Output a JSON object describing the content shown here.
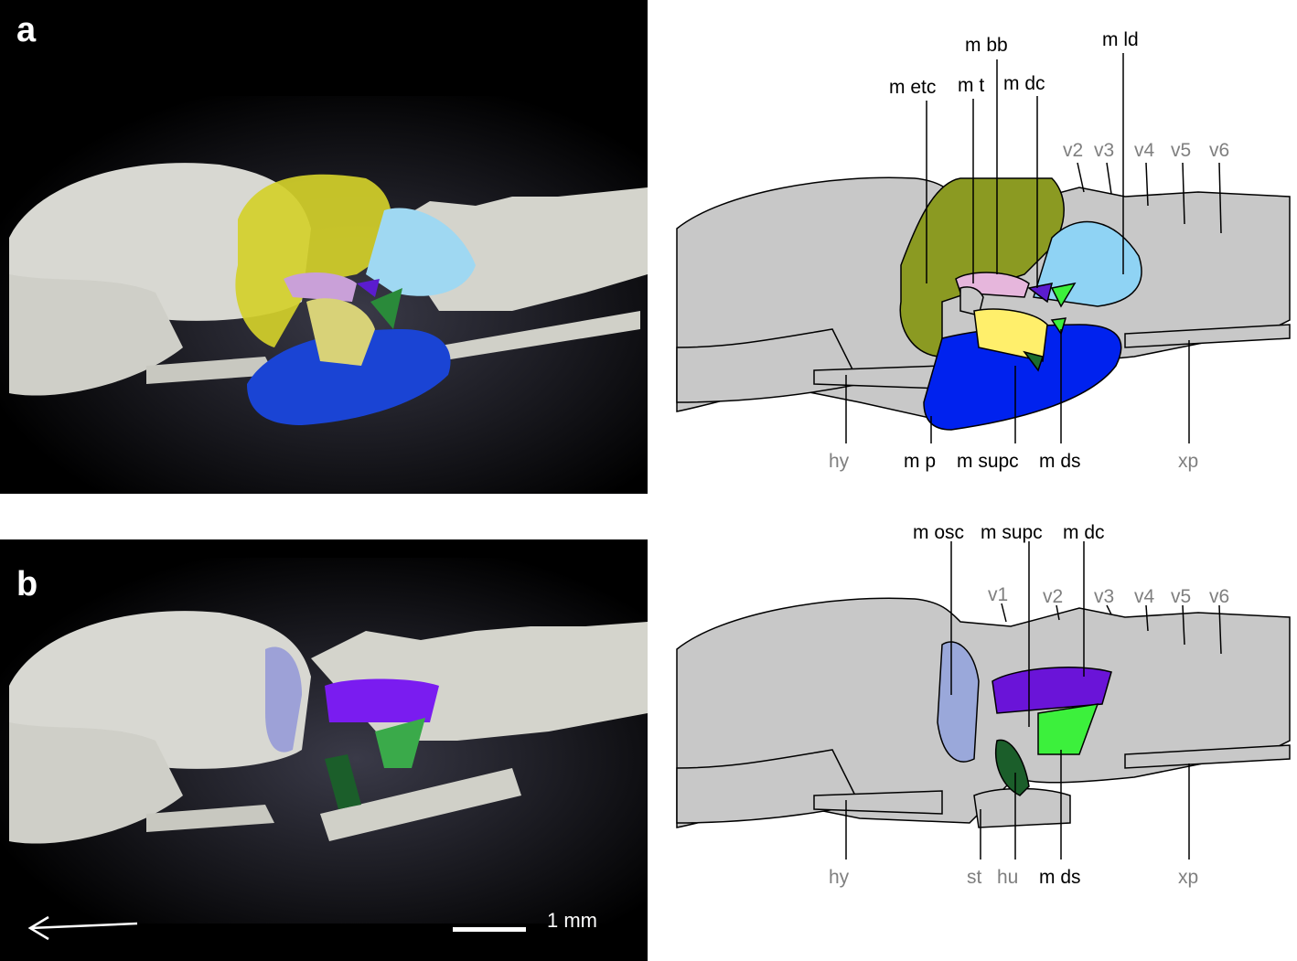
{
  "panels": {
    "a": {
      "letter": "a",
      "muscle_labels": {
        "m_bb": "m bb",
        "m_ld": "m ld",
        "m_etc": "m etc",
        "m_t": "m t",
        "m_dc": "m dc",
        "m_p": "m p",
        "m_supc": "m supc",
        "m_ds": "m ds"
      },
      "bone_labels": {
        "v2": "v2",
        "v3": "v3",
        "v4": "v4",
        "v5": "v5",
        "v6": "v6",
        "hy": "hy",
        "xp": "xp"
      }
    },
    "b": {
      "letter": "b",
      "muscle_labels": {
        "m_osc": "m osc",
        "m_supc": "m supc",
        "m_dc": "m dc",
        "m_ds": "m ds"
      },
      "bone_labels": {
        "v1": "v1",
        "v2": "v2",
        "v3": "v3",
        "v4": "v4",
        "v5": "v5",
        "v6": "v6",
        "hy": "hy",
        "st": "st",
        "hu": "hu",
        "xp": "xp"
      }
    }
  },
  "scale_bar": {
    "label": "1 mm"
  },
  "orientation_arrow": "left-arrow-icon",
  "colors": {
    "bone": "#c8c8c8",
    "m_etc": "#8b9a22",
    "m_ld": "#8fd3f4",
    "m_bb": "#e6b6dc",
    "m_t": "#c7c7c7",
    "m_dc": "#5b1ccf",
    "m_dc_small": "#3cf03c",
    "m_p": "#0022ee",
    "m_supc": "#1b6b2f",
    "m_ds": "#ffef6b",
    "m_osc": "#9aa8da",
    "b_m_dc": "#6a14d8",
    "b_m_ds": "#3cf03c",
    "b_m_supc": "#1b5e2a",
    "label_muscle": "#000000",
    "label_bone": "#7f7f7f"
  }
}
